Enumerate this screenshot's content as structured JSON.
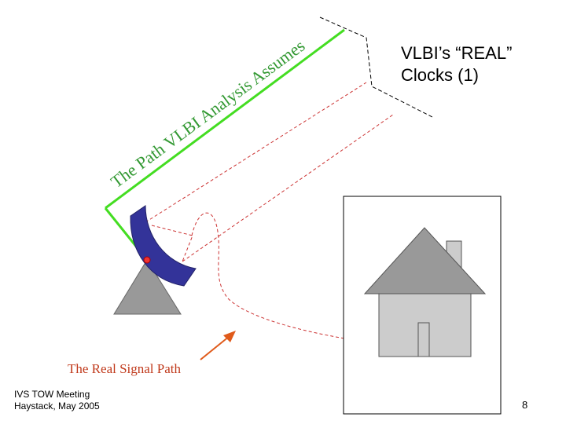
{
  "slide": {
    "title_line1": "VLBI’s “REAL”",
    "title_line2": "Clocks   (1)",
    "path_label": "The Path VLBI Analysis Assumes",
    "caption": "The Real Signal Path",
    "footer_line1": "IVS TOW Meeting",
    "footer_line2": "Haystack, May 2005",
    "page_number": "8"
  },
  "colors": {
    "assumed_path": "#44dd22",
    "dish": "#333399",
    "mount": "#999999",
    "real_path": "#cc3333",
    "arrow": "#e05a1a",
    "caption_text": "#c0391b",
    "house": "#cccccc",
    "roof": "#999999"
  }
}
